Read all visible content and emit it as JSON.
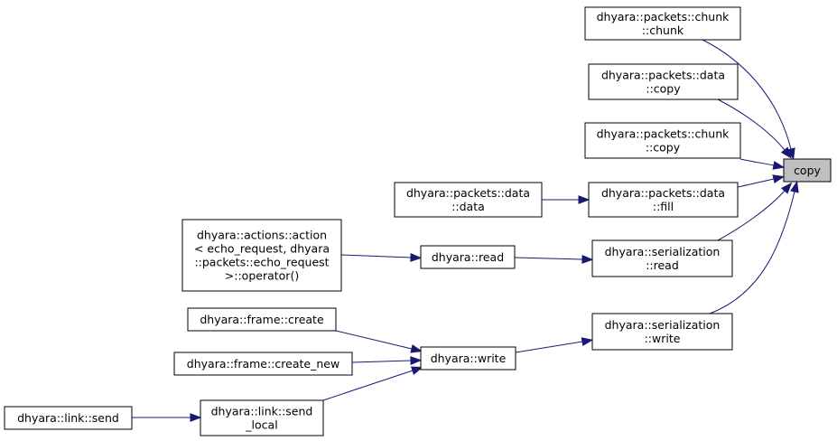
{
  "nodes": {
    "copy": {
      "lines": [
        "copy"
      ],
      "highlight": true
    },
    "chunk_ctor": {
      "lines": [
        "dhyara::packets::chunk",
        "::chunk"
      ]
    },
    "data_copy": {
      "lines": [
        "dhyara::packets::data",
        "::copy"
      ]
    },
    "chunk_copy": {
      "lines": [
        "dhyara::packets::chunk",
        "::copy"
      ]
    },
    "data_fill": {
      "lines": [
        "dhyara::packets::data",
        "::fill"
      ]
    },
    "data_data": {
      "lines": [
        "dhyara::packets::data",
        "::data"
      ]
    },
    "ser_read": {
      "lines": [
        "dhyara::serialization",
        "::read"
      ]
    },
    "read": {
      "lines": [
        "dhyara::read"
      ]
    },
    "action_op": {
      "lines": [
        "dhyara::actions::action",
        "< echo_request, dhyara",
        "::packets::echo_request",
        ">::operator()"
      ]
    },
    "ser_write": {
      "lines": [
        "dhyara::serialization",
        "::write"
      ]
    },
    "write": {
      "lines": [
        "dhyara::write"
      ]
    },
    "frame_create": {
      "lines": [
        "dhyara::frame::create"
      ]
    },
    "frame_create_new": {
      "lines": [
        "dhyara::frame::create_new"
      ]
    },
    "send_local": {
      "lines": [
        "dhyara::link::send",
        "_local"
      ]
    },
    "link_send": {
      "lines": [
        "dhyara::link::send"
      ]
    }
  },
  "edges": [
    {
      "from": "chunk_ctor",
      "to": "copy"
    },
    {
      "from": "data_copy",
      "to": "copy"
    },
    {
      "from": "chunk_copy",
      "to": "copy"
    },
    {
      "from": "data_fill",
      "to": "copy"
    },
    {
      "from": "data_data",
      "to": "data_fill"
    },
    {
      "from": "ser_read",
      "to": "copy"
    },
    {
      "from": "read",
      "to": "ser_read"
    },
    {
      "from": "action_op",
      "to": "read"
    },
    {
      "from": "ser_write",
      "to": "copy"
    },
    {
      "from": "write",
      "to": "ser_write"
    },
    {
      "from": "frame_create",
      "to": "write"
    },
    {
      "from": "frame_create_new",
      "to": "write"
    },
    {
      "from": "send_local",
      "to": "write"
    },
    {
      "from": "link_send",
      "to": "send_local"
    }
  ]
}
